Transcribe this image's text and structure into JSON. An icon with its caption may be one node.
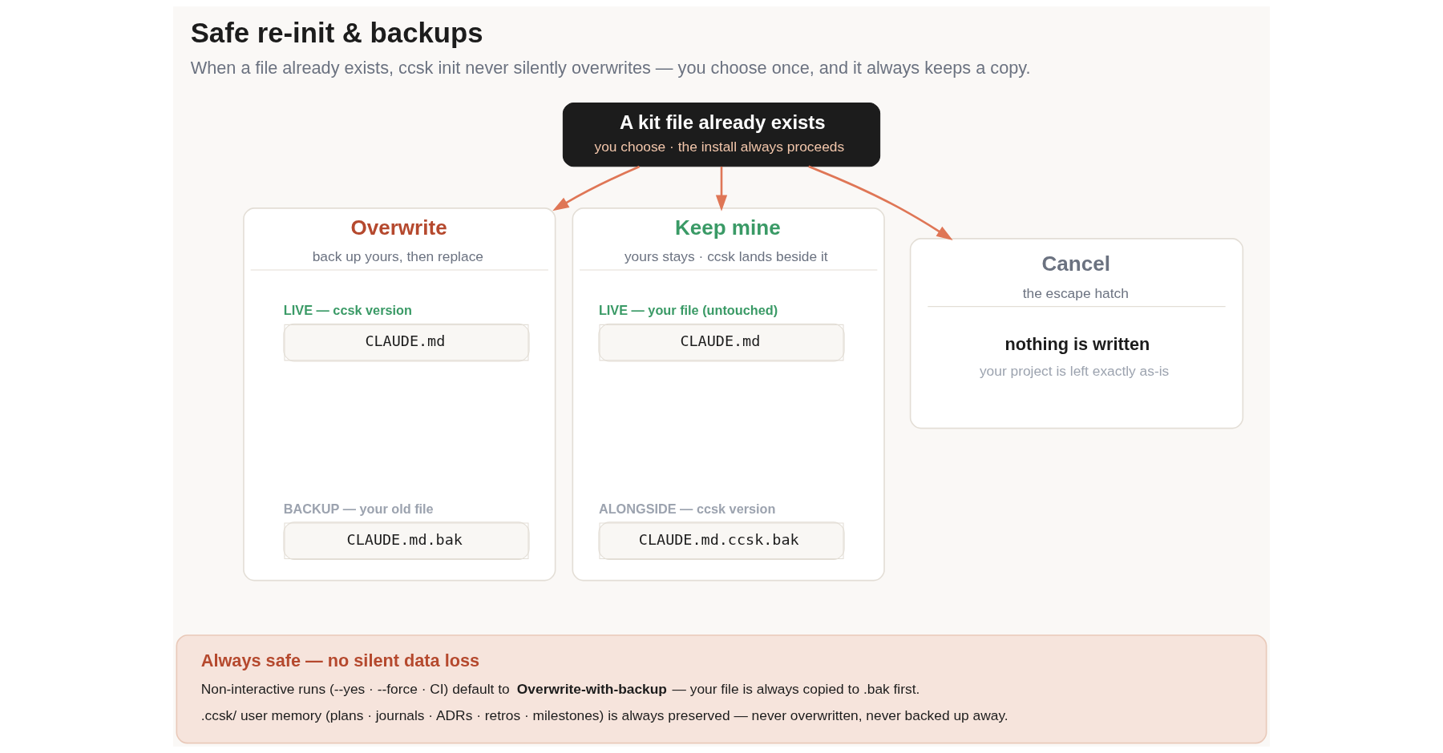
{
  "diagram": {
    "title": "Safe re-init & backups",
    "caption": "When a file already exists, ccsk init never silently overwrites — you choose once, and it always keeps a copy.",
    "nodes": [
      {
        "text": [
          "A kit file already exists",
          "you choose · the install always proceeds"
        ]
      },
      {
        "text": [
          "Overwrite",
          "back up yours, then replace"
        ]
      },
      {
        "text": [
          "CLAUDE.md"
        ],
        "in": 1,
        "beside": [
          "LIVE — ccsk version"
        ]
      },
      {
        "text": [
          "CLAUDE.md.bak"
        ],
        "in": 1,
        "beside": [
          "BACKUP — your old file"
        ]
      },
      {
        "text": [
          "Keep mine",
          "yours stays · ccsk lands beside it"
        ]
      },
      {
        "text": [
          "CLAUDE.md"
        ],
        "in": 4,
        "beside": [
          "LIVE — your file (untouched)"
        ]
      },
      {
        "text": [
          "CLAUDE.md.ccsk.bak"
        ],
        "in": 4,
        "beside": [
          "ALONGSIDE — ccsk version"
        ]
      },
      {
        "text": [
          "Cancel",
          "the escape hatch",
          "nothing is written",
          "your project is left exactly as-is"
        ]
      },
      {
        "text": [
          "Always safe — no silent data loss",
          "Non-interactive runs (--yes · --force · CI) default to **Overwrite-with-backup** — your file is always copied to .bak first.",
          ".ccsk/ user memory (plans · journals · ADRs · retros · milestones) is always preserved — never overwritten, never backed up away."
        ]
      }
    ],
    "edges": [
      {
        "from": 0,
        "to": 1,
        "arrow": "to"
      },
      {
        "from": 0,
        "to": 4,
        "arrow": "to"
      },
      {
        "from": 0,
        "to": 7,
        "arrow": "to"
      }
    ]
  }
}
